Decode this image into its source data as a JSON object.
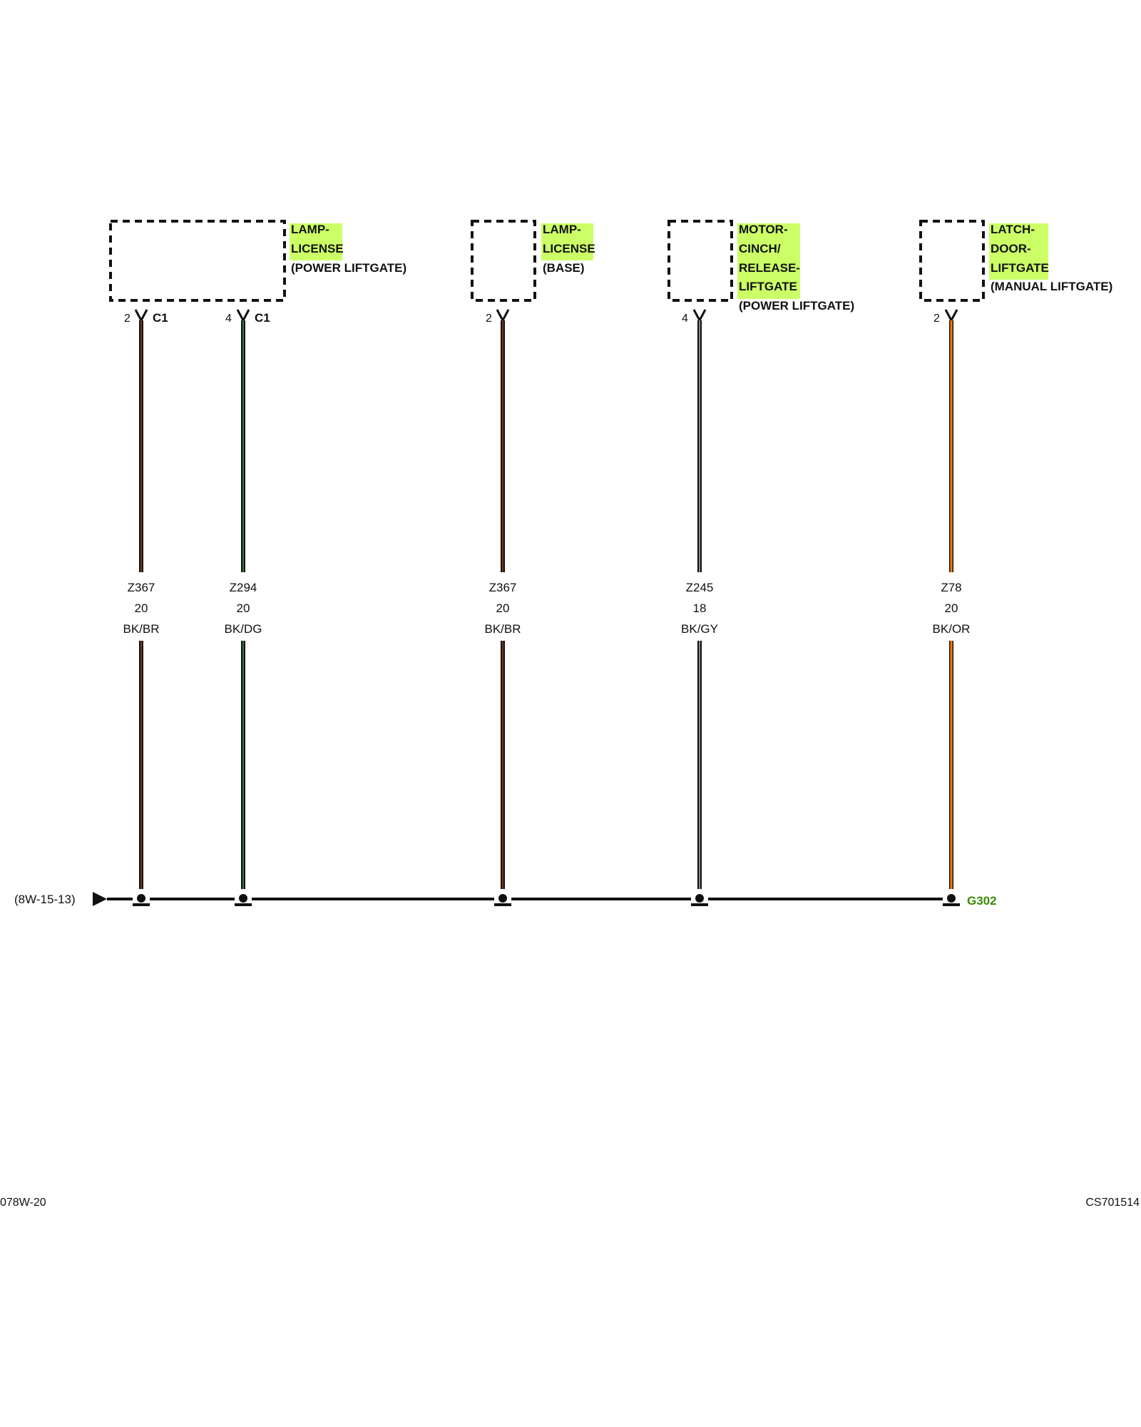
{
  "colors": {
    "highlight": "#ccff66",
    "ground_label": "#3a8a00",
    "wire_black": "#111111",
    "wire_brown": "#7a3b12",
    "wire_green": "#2e7d32",
    "wire_gray": "#888888",
    "wire_orange": "#ff7a00"
  },
  "components": [
    {
      "id": "lamp-license-power-liftgate",
      "name_lines": [
        "LAMP-",
        "LICENSE"
      ],
      "note": "(POWER LIFTGATE)"
    },
    {
      "id": "lamp-license-base",
      "name_lines": [
        "LAMP-",
        "LICENSE"
      ],
      "note": "(BASE)"
    },
    {
      "id": "motor-cinch-release-liftgate",
      "name_lines": [
        "MOTOR-",
        "CINCH/",
        "RELEASE-",
        "LIFTGATE"
      ],
      "note": "(POWER LIFTGATE)"
    },
    {
      "id": "latch-door-liftgate",
      "name_lines": [
        "LATCH-",
        "DOOR-",
        "LIFTGATE"
      ],
      "note": "(MANUAL LIFTGATE)"
    }
  ],
  "wires": [
    {
      "component": 0,
      "pin": "2",
      "connector": "C1",
      "circuit": "Z367",
      "gauge": "20",
      "color_code": "BK/BR",
      "stripe": "wire_brown"
    },
    {
      "component": 0,
      "pin": "4",
      "connector": "C1",
      "circuit": "Z294",
      "gauge": "20",
      "color_code": "BK/DG",
      "stripe": "wire_green"
    },
    {
      "component": 1,
      "pin": "2",
      "connector": "",
      "circuit": "Z367",
      "gauge": "20",
      "color_code": "BK/BR",
      "stripe": "wire_brown"
    },
    {
      "component": 2,
      "pin": "4",
      "connector": "",
      "circuit": "Z245",
      "gauge": "18",
      "color_code": "BK/GY",
      "stripe": "wire_gray"
    },
    {
      "component": 3,
      "pin": "2",
      "connector": "",
      "circuit": "Z78",
      "gauge": "20",
      "color_code": "BK/OR",
      "stripe": "wire_orange"
    }
  ],
  "ground": {
    "name": "G302",
    "reference": "(8W-15-13)"
  },
  "footer": {
    "page_id": "078W-20",
    "figure_id": "CS701514"
  }
}
